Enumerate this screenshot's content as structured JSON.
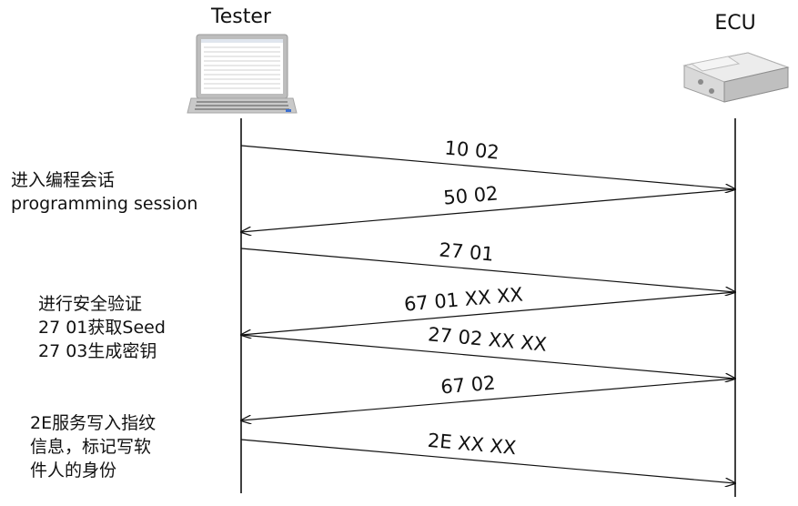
{
  "participants": {
    "tester": {
      "label": "Tester",
      "icon": "laptop-icon"
    },
    "ecu": {
      "label": "ECU",
      "icon": "ecu-module-icon"
    }
  },
  "messages": [
    {
      "id": "m1",
      "text": "10 02",
      "from": "tester",
      "to": "ecu"
    },
    {
      "id": "m2",
      "text": "50 02",
      "from": "ecu",
      "to": "tester"
    },
    {
      "id": "m3",
      "text": "27 01",
      "from": "tester",
      "to": "ecu"
    },
    {
      "id": "m4",
      "text": "67 01 XX XX",
      "from": "ecu",
      "to": "tester"
    },
    {
      "id": "m5",
      "text": "27 02 XX XX",
      "from": "tester",
      "to": "ecu"
    },
    {
      "id": "m6",
      "text": "67 02",
      "from": "ecu",
      "to": "tester"
    },
    {
      "id": "m7",
      "text": "2E XX XX",
      "from": "tester",
      "to": "ecu"
    }
  ],
  "notes": {
    "programming_session": {
      "lines": [
        "进入编程会话",
        "programming session"
      ]
    },
    "security_access": {
      "lines": [
        "进行安全验证",
        "27 01获取Seed",
        "27 03生成密钥"
      ]
    },
    "write_fingerprint": {
      "lines": [
        "2E服务写入指纹",
        "信息，标记写软",
        "件人的身份"
      ]
    }
  },
  "colors": {
    "line": "#111111",
    "laptop_frame": "#c8c8c8",
    "ecu_body": "#d6d6d6"
  }
}
